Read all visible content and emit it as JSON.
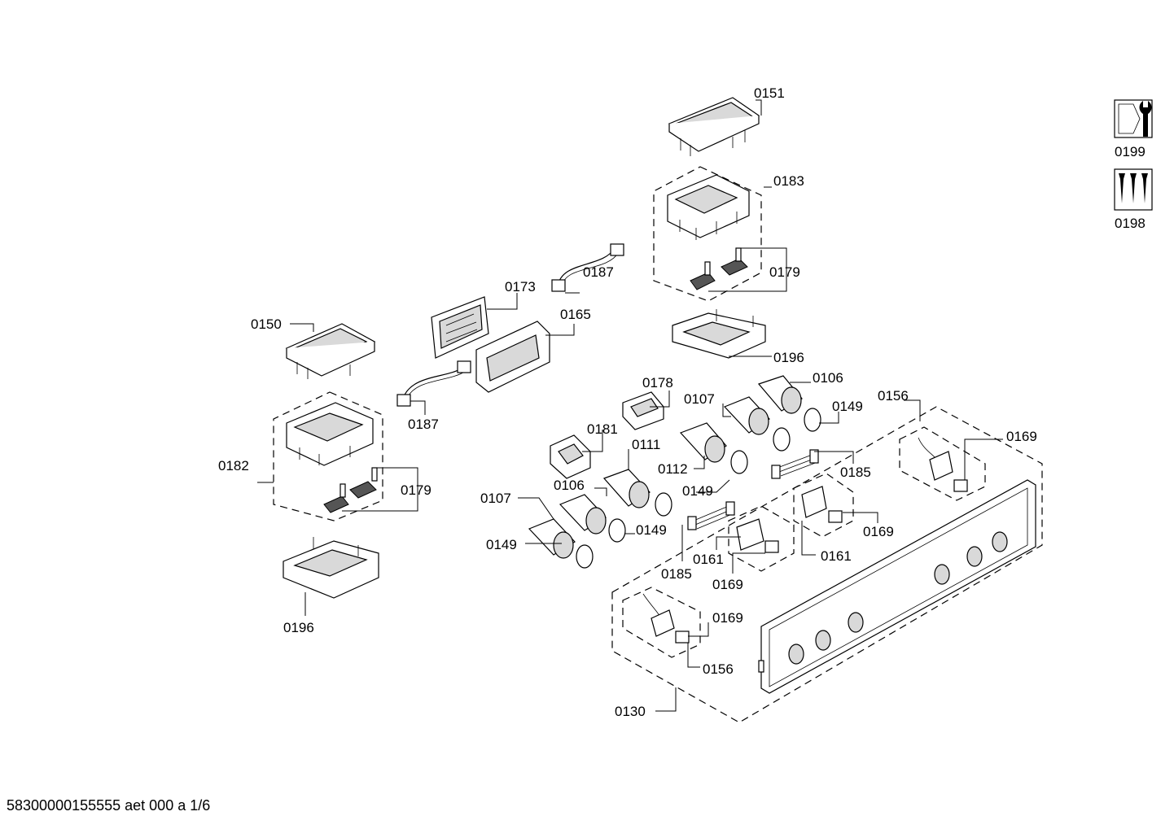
{
  "footer": "58300000155555 aet 000 a 1/6",
  "labels": {
    "p0151": "0151",
    "p0183": "0183",
    "p0179a": "0179",
    "p0196a": "0196",
    "p0187a": "0187",
    "p0173": "0173",
    "p0165": "0165",
    "p0150": "0150",
    "p0187b": "0187",
    "p0182": "0182",
    "p0179b": "0179",
    "p0196b": "0196",
    "p0178": "0178",
    "p0106a": "0106",
    "p0107a": "0107",
    "p0149a": "0149",
    "p0156a": "0156",
    "p0169a": "0169",
    "p0181": "0181",
    "p0111": "0111",
    "p0112": "0112",
    "p0185a": "0185",
    "p0149b": "0149",
    "p0106b": "0106",
    "p0107b": "0107",
    "p0149c": "0149",
    "p0149d": "0149",
    "p0169b": "0169",
    "p0161a": "0161",
    "p0161b": "0161",
    "p0185b": "0185",
    "p0169c": "0169",
    "p0169d": "0169",
    "p0156b": "0156",
    "p0130": "0130",
    "p0199": "0199",
    "p0198": "0198"
  }
}
